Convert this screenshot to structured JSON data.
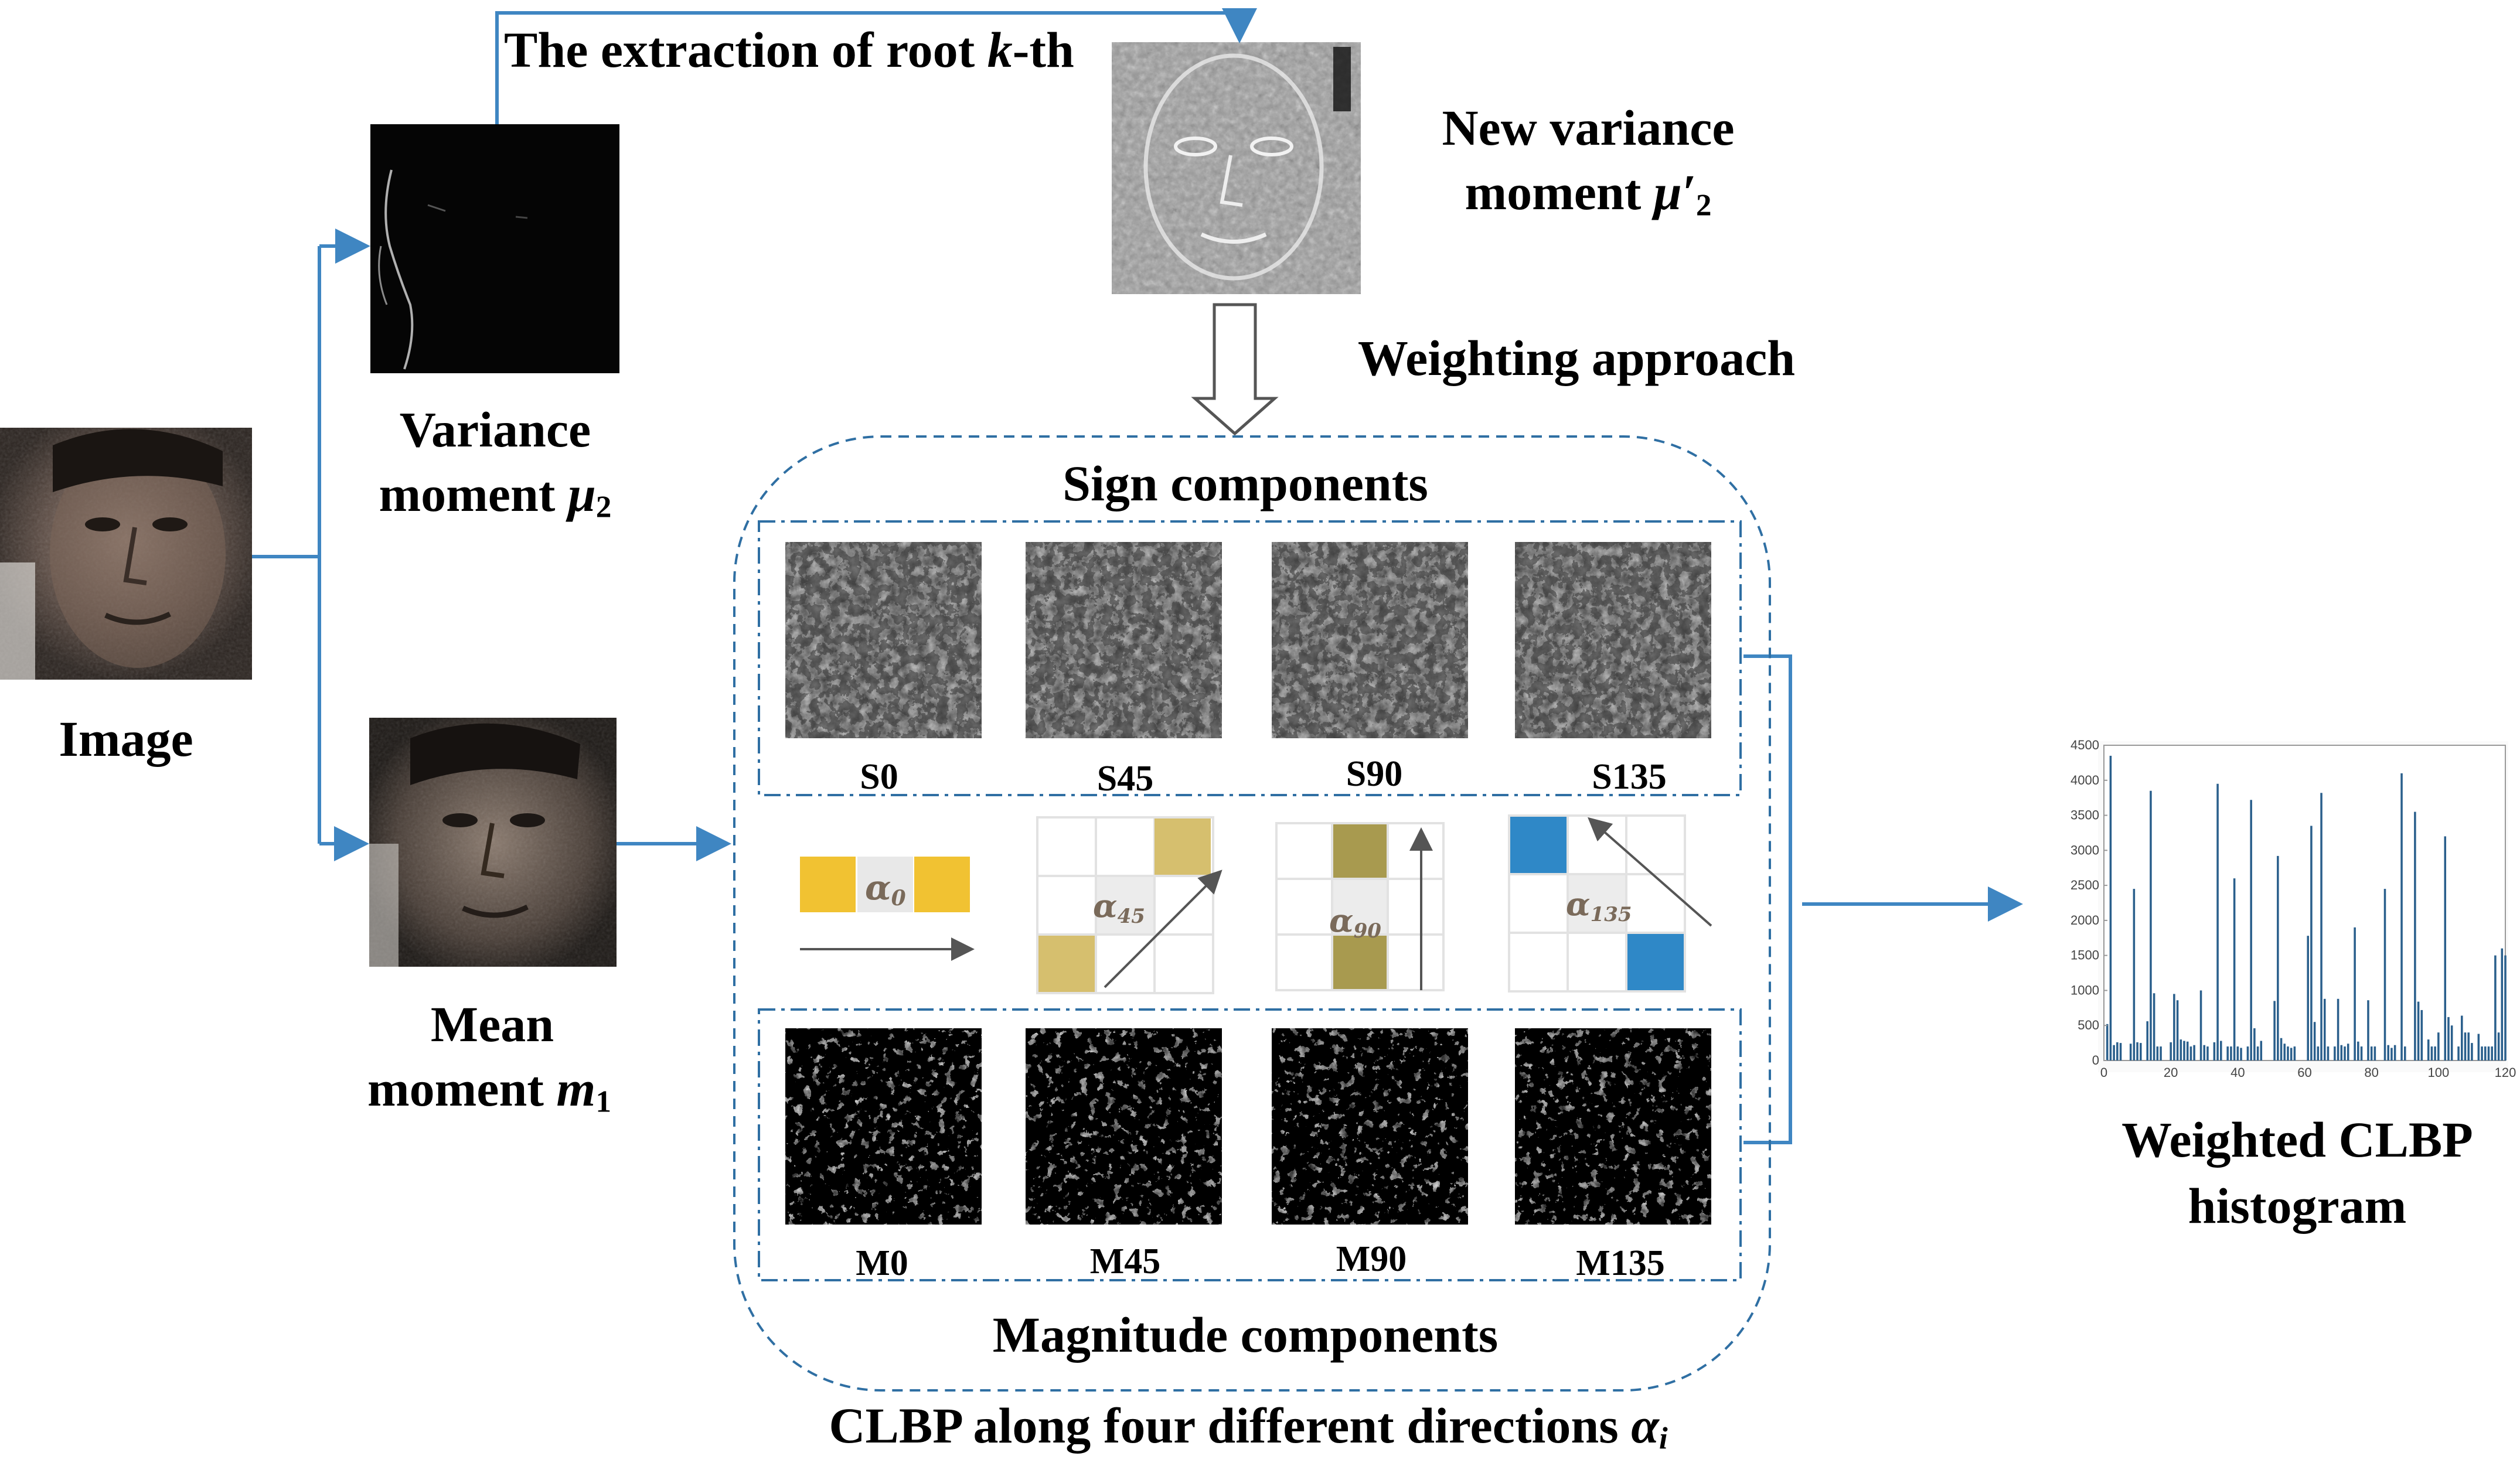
{
  "labels": {
    "image": "Image",
    "variance_line1": "Variance",
    "variance_line2_word": "moment",
    "variance_symbol": "μ",
    "variance_sub": "2",
    "mean_line1": "Mean",
    "mean_line2_word": "moment",
    "mean_symbol": "m",
    "mean_sub": "1",
    "extraction_prefix": "The extraction of root ",
    "extraction_k": "k",
    "extraction_suffix": "-th",
    "new_variance_line1": "New variance",
    "new_variance_line2_word": "moment",
    "new_variance_symbol": "μ′",
    "new_variance_sub": "2",
    "weighting": "Weighting approach",
    "sign_components": "Sign components",
    "magnitude_components": "Magnitude components",
    "clbp_caption": "CLBP  along four different directions ",
    "clbp_symbol": "α",
    "clbp_sub": "i",
    "weighted_line1": "Weighted CLBP",
    "weighted_line2": "histogram"
  },
  "sign_labels": [
    "S0",
    "S45",
    "S90",
    "S135"
  ],
  "magnitude_labels": [
    "M0",
    "M45",
    "M90",
    "M135"
  ],
  "directions": [
    {
      "symbol": "α",
      "sub": "0",
      "color": "#f1c232"
    },
    {
      "symbol": "α",
      "sub": "45",
      "color": "#d6bf6e"
    },
    {
      "symbol": "α",
      "sub": "90",
      "color": "#a89a4f"
    },
    {
      "symbol": "α",
      "sub": "135",
      "color": "#2f88c7"
    }
  ],
  "colors": {
    "arrow": "#3f86c2",
    "dashed_border": "#2f6fa3"
  },
  "chart_data": {
    "type": "bar",
    "xlim": [
      0,
      120
    ],
    "ylim": [
      0,
      4500
    ],
    "x_ticks": [
      0,
      20,
      40,
      60,
      80,
      100,
      120
    ],
    "y_ticks": [
      0,
      500,
      1000,
      1500,
      2000,
      2500,
      3000,
      3500,
      4000,
      4500
    ],
    "x": [
      1,
      2,
      3,
      4,
      5,
      8,
      9,
      10,
      11,
      13,
      14,
      15,
      16,
      17,
      20,
      21,
      22,
      23,
      24,
      25,
      26,
      27,
      29,
      30,
      31,
      33,
      34,
      35,
      37,
      38,
      39,
      40,
      41,
      43,
      44,
      45,
      46,
      47,
      51,
      52,
      53,
      54,
      55,
      56,
      57,
      61,
      62,
      63,
      64,
      65,
      66,
      67,
      69,
      70,
      71,
      72,
      73,
      75,
      76,
      77,
      79,
      80,
      81,
      84,
      85,
      86,
      87,
      89,
      90,
      93,
      94,
      95,
      97,
      98,
      99,
      100,
      102,
      103,
      104,
      106,
      107,
      108,
      109,
      110,
      112,
      113,
      114,
      115,
      116,
      117,
      118,
      119,
      120
    ],
    "values": [
      520,
      4350,
      220,
      260,
      250,
      240,
      2450,
      260,
      250,
      560,
      3850,
      960,
      200,
      200,
      260,
      950,
      860,
      300,
      280,
      270,
      200,
      220,
      1000,
      220,
      200,
      260,
      3950,
      280,
      200,
      200,
      2600,
      200,
      180,
      200,
      3720,
      460,
      200,
      280,
      850,
      2920,
      320,
      240,
      200,
      180,
      200,
      1780,
      3350,
      550,
      200,
      3820,
      880,
      200,
      200,
      880,
      220,
      200,
      240,
      1900,
      270,
      200,
      860,
      200,
      200,
      2450,
      220,
      180,
      220,
      4100,
      200,
      3550,
      840,
      720,
      300,
      200,
      200,
      400,
      3200,
      620,
      500,
      200,
      640,
      400,
      400,
      250,
      380,
      200,
      200,
      200,
      200,
      1500,
      400,
      1600,
      1500
    ]
  }
}
